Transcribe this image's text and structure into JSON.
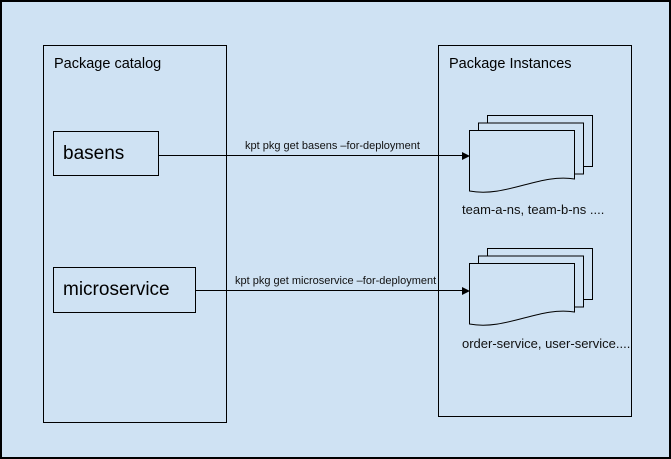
{
  "canvas": {
    "background_color": "#cfe2f3",
    "border_color": "#000000"
  },
  "catalog": {
    "title": "Package catalog",
    "packages": [
      {
        "label": "basens"
      },
      {
        "label": "microservice"
      }
    ]
  },
  "instances": {
    "title": "Package Instances",
    "stacks": [
      {
        "caption": "team-a-ns, team-b-ns ....",
        "icon": "document-stack-icon"
      },
      {
        "caption": "order-service, user-service....",
        "icon": "document-stack-icon"
      }
    ]
  },
  "arrows": [
    {
      "label": "kpt pkg get basens –for-deployment",
      "from": "basens",
      "to": "team-namespace-instances"
    },
    {
      "label": "kpt pkg get microservice –for-deployment",
      "from": "microservice",
      "to": "service-instances"
    }
  ]
}
